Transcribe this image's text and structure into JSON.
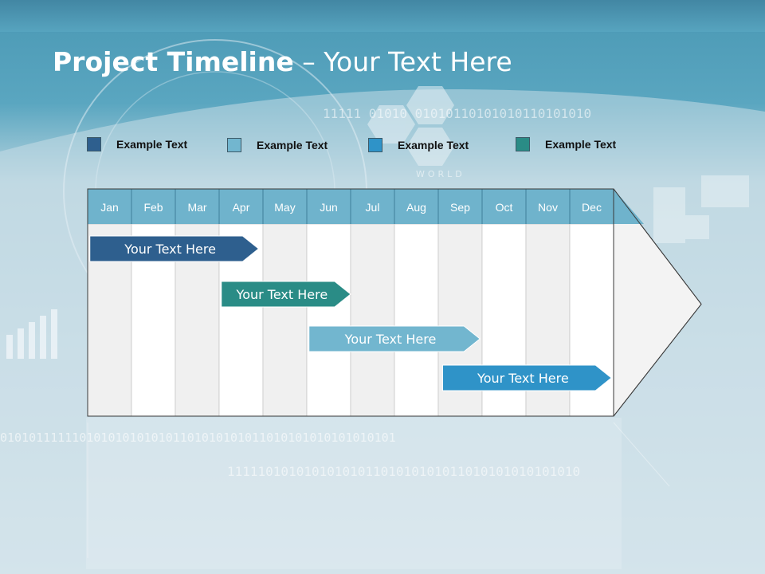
{
  "title": {
    "bold": "Project Timeline",
    "rest": " – Your Text Here"
  },
  "legend": [
    {
      "label": "Example Text",
      "color": "#2e5f8e"
    },
    {
      "label": "Example Text",
      "color": "#72b6cf"
    },
    {
      "label": "Example Text",
      "color": "#2f93c8"
    },
    {
      "label": "Example Text",
      "color": "#2a8c86"
    }
  ],
  "months": [
    "Jan",
    "Feb",
    "Mar",
    "Apr",
    "May",
    "Jun",
    "Jul",
    "Aug",
    "Sep",
    "Oct",
    "Nov",
    "Dec"
  ],
  "tasks": [
    {
      "label": "Your  Text Here",
      "color": "#2e5f8e",
      "start_month": 1.05,
      "end_month": 4.9
    },
    {
      "label": "Your  Text Here",
      "color": "#2a8c86",
      "start_month": 4.05,
      "end_month": 7.0
    },
    {
      "label": "Your  Text Here",
      "color": "#72b6cf",
      "start_month": 6.05,
      "end_month": 9.95
    },
    {
      "label": "Your  Text Here",
      "color": "#2f93c8",
      "start_month": 9.1,
      "end_month": 12.95
    }
  ],
  "background_text": {
    "binary_top": "11111   01010 01010110101010110101010",
    "binary_mid": "0101011111101010101010101101010101011010101010101010101",
    "binary_low": "1111101010101010101101010101011010101010101010",
    "world": "WORLD"
  }
}
